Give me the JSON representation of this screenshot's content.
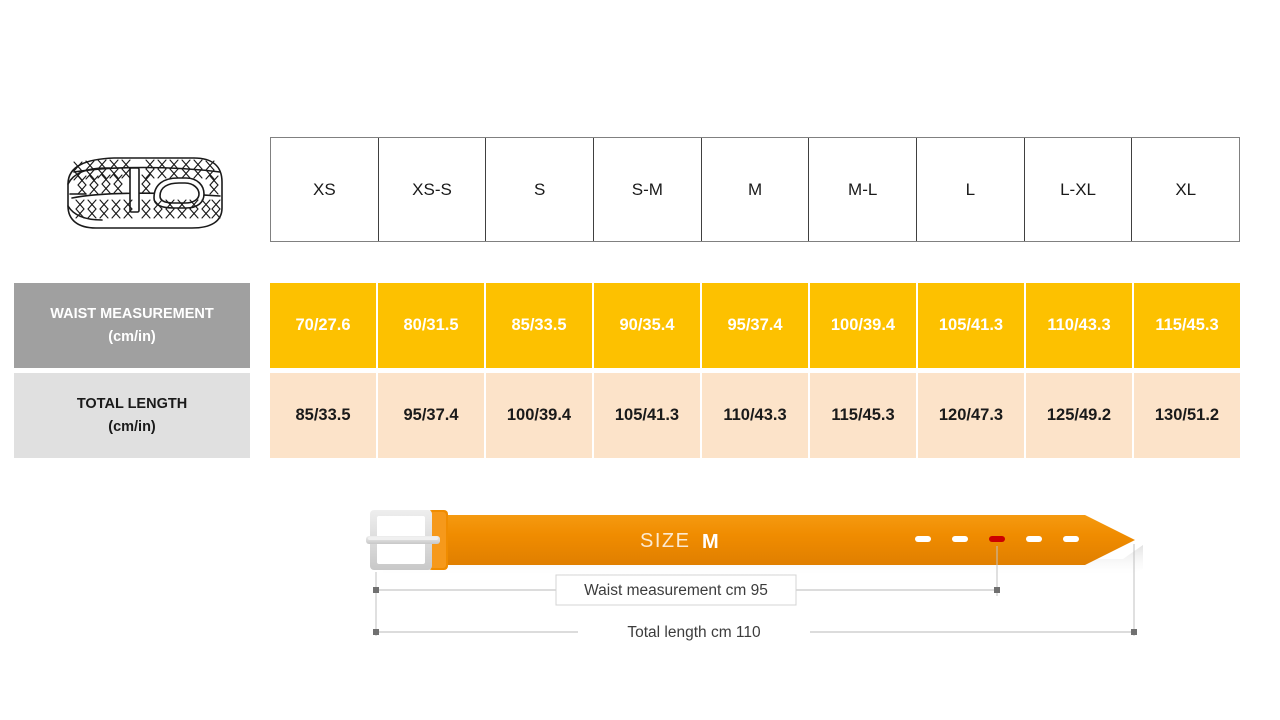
{
  "product": {
    "icon": "braided-belt-icon",
    "alt_label": "braided belt"
  },
  "table": {
    "size_headers": [
      "XS",
      "XS-S",
      "S",
      "S-M",
      "M",
      "M-L",
      "L",
      "L-XL",
      "XL"
    ],
    "rows": [
      {
        "label_line1": "WAIST MEASUREMENT",
        "label_line2": "(cm/in)",
        "label_bg": "#a0a0a0",
        "cell_bg": "#fdc100",
        "values": [
          "70/27.6",
          "80/31.5",
          "85/33.5",
          "90/35.4",
          "95/37.4",
          "100/39.4",
          "105/41.3",
          "110/43.3",
          "115/45.3"
        ]
      },
      {
        "label_line1": "TOTAL LENGTH",
        "label_line2": "(cm/in)",
        "label_bg": "#e0e0e0",
        "cell_bg": "#fce3c9",
        "values": [
          "85/33.5",
          "95/37.4",
          "100/39.4",
          "105/41.3",
          "110/43.3",
          "115/45.3",
          "120/47.3",
          "125/49.2",
          "130/51.2"
        ]
      }
    ]
  },
  "diagram": {
    "size_prefix_label": "SIZE",
    "size_value": "M",
    "waist_dimension_label": "Waist measurement cm 95",
    "total_dimension_label": "Total length cm 110",
    "belt_color": "#f08c00",
    "buckle_color": "#d8d8d8",
    "active_hole_color": "#cc0000",
    "hole_color": "#ffffff",
    "hole_count": 5,
    "active_hole_index": 3,
    "dimension_line_color": "#b0b0b0"
  }
}
